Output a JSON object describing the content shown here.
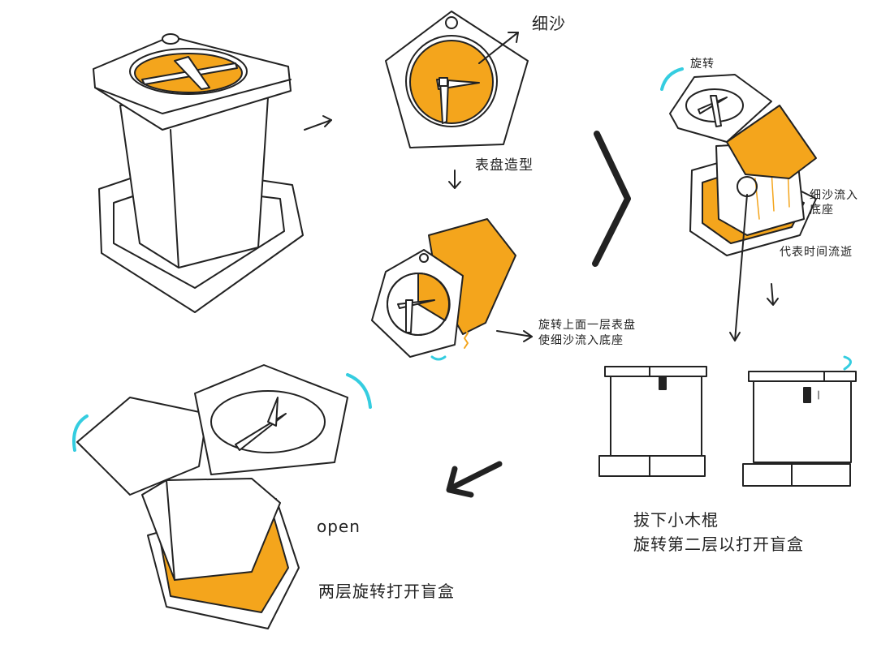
{
  "colors": {
    "sand": "#f4a51c",
    "rotate_arrow": "#35cde0",
    "ink": "#222222"
  },
  "labels": {
    "fine_sand": "细沙",
    "dial_shape": "表盘造型",
    "rotate": "旋转",
    "sand_flows_line1": "细沙流入",
    "sand_flows_line2": "底座",
    "time_passing": "代表时间流逝",
    "rotate_top_line1": "旋转上面一层表盘",
    "rotate_top_line2": "使细沙流入底座",
    "pull_stick_line1": "拔下小木棍",
    "pull_stick_line2": "旋转第二层以打开盲盒",
    "open": "open",
    "two_layer_open": "两层旋转打开盲盒"
  }
}
